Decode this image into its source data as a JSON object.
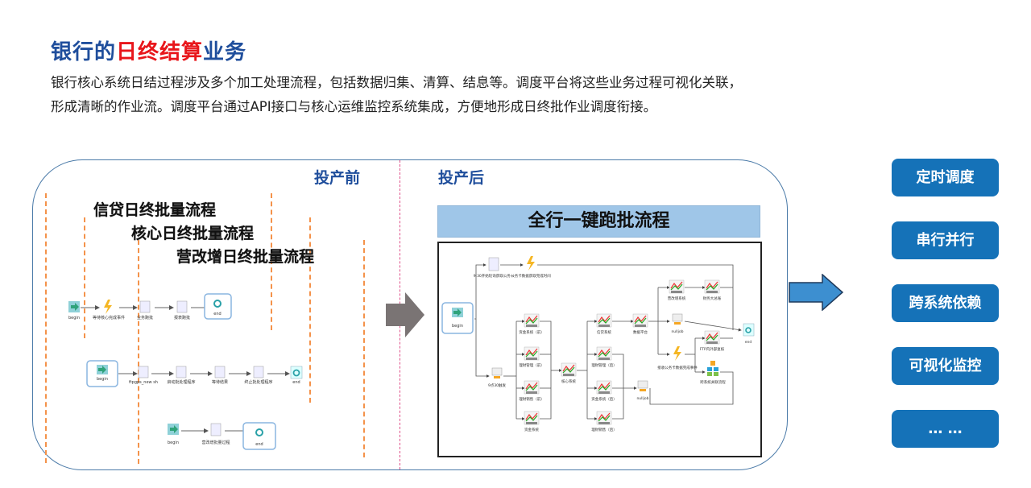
{
  "title": {
    "prefix": "银行的",
    "highlight": "日终结算",
    "suffix": "业务"
  },
  "description": {
    "line1": "银行核心系统日结过程涉及多个加工处理流程，包括数据归集、清算、结息等。调度平台将这些业务过程可视化关联，",
    "line2": "形成清晰的作业流。调度平台通过API接口与核心运维监控系统集成，方便地形成日终批作业调度衔接。"
  },
  "before": {
    "header": "投产前",
    "processes": [
      "信贷日终批量流程",
      "核心日终批量流程",
      "营改增日终批量流程"
    ],
    "flow1": {
      "nodes": [
        "begin",
        "等待核心完成事件",
        "业务跑批",
        "报表跑批",
        "end"
      ]
    },
    "flow2": {
      "nodes": [
        "begin",
        "ftpgps_new sh",
        "启动批处理程序",
        "等待结果",
        "终止批处理程序",
        "end"
      ]
    },
    "flow3": {
      "nodes": [
        "begin",
        "营改增批量过程",
        "end"
      ]
    }
  },
  "after": {
    "header": "投产后",
    "banner": "全行一键跑批流程",
    "nodes": {
      "begin": "begin",
      "timer": "9:30开始轮询获取公务一",
      "event_card": "公务卡数据获取完成时间",
      "trigger": "9点30触发",
      "fund_pre": "资金系统（前）",
      "wealth_mgmt_pre": "理财管理（前）",
      "wealth_sales_pre": "理财销售（前）",
      "treasury": "资金系统",
      "core": "核心系统",
      "credit": "信贷系统",
      "wealth_mgmt_post": "理财管理（后）",
      "fund_post": "资金系统（后）",
      "wealth_sales_post": "理财销售（后）",
      "data_platform": "数据平台",
      "vat": "营改增系统",
      "finance": "财务大总账",
      "nulljob1": "nulljob",
      "nulljob2": "nulljob",
      "card_event": "接收公务卡数据完成事件",
      "ftp": "FTP内外部复核",
      "related": "跨系统关联流程",
      "end": "end"
    }
  },
  "features": [
    "定时调度",
    "串行并行",
    "跨系统依赖",
    "可视化监控",
    "… …"
  ],
  "colors": {
    "title_blue": "#1f4e9c",
    "highlight_red": "#e8161b",
    "feature_blue": "#1572b8",
    "band_blue": "#9fc6e8",
    "dash_orange": "#f4924a",
    "divider_pink": "#e0508a"
  }
}
